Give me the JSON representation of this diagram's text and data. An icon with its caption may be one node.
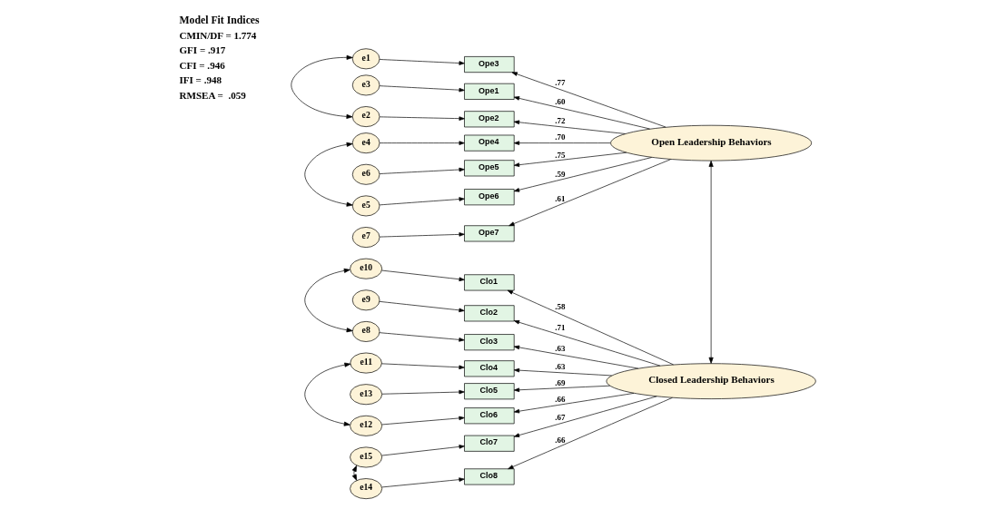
{
  "diagram": {
    "nodes": [
      {
        "text": [
          "e3"
        ]
      },
      {
        "text": [
          "Ope1"
        ]
      },
      {
        "text": [
          "e2"
        ]
      },
      {
        "text": [
          "Ope2"
        ]
      },
      {
        "text": [
          "e1"
        ]
      },
      {
        "text": [
          "Ope3"
        ]
      },
      {
        "text": [
          "e4"
        ]
      },
      {
        "text": [
          "Ope4"
        ]
      },
      {
        "text": [
          "Open Leadership Behaviors"
        ]
      },
      {
        "text": [
          "e6"
        ]
      },
      {
        "text": [
          "Ope5"
        ]
      },
      {
        "text": [
          "e5"
        ]
      },
      {
        "text": [
          "Ope6"
        ]
      },
      {
        "text": [
          "e7"
        ]
      },
      {
        "text": [
          "Ope7"
        ]
      },
      {
        "text": [
          "e10"
        ]
      },
      {
        "text": [
          "Clo1"
        ]
      },
      {
        "text": [
          "e9"
        ]
      },
      {
        "text": [
          "Clo2"
        ]
      },
      {
        "text": [
          "e8"
        ]
      },
      {
        "text": [
          "Clo3"
        ]
      },
      {
        "text": [
          "e11"
        ]
      },
      {
        "text": [
          "Clo4"
        ]
      },
      {
        "text": [
          "Closed Leadership Behaviors"
        ]
      },
      {
        "text": [
          "e13"
        ]
      },
      {
        "text": [
          "Clo5"
        ]
      },
      {
        "text": [
          "e12"
        ]
      },
      {
        "text": [
          "Clo6"
        ]
      },
      {
        "text": [
          "e15"
        ]
      },
      {
        "text": [
          "Clo7"
        ]
      },
      {
        "text": [
          "e14"
        ]
      },
      {
        "text": [
          "Clo8"
        ]
      }
    ],
    "edges": [
      {
        "from": 0,
        "to": 1,
        "arrow": "to"
      },
      {
        "from": 2,
        "to": 3,
        "arrow": "to"
      },
      {
        "from": 4,
        "to": 5,
        "arrow": "to"
      },
      {
        "from": 6,
        "to": 7,
        "arrow": "to"
      },
      {
        "from": 9,
        "to": 10,
        "arrow": "to"
      },
      {
        "from": 11,
        "to": 12,
        "arrow": "to"
      },
      {
        "from": 13,
        "to": 14,
        "arrow": "to"
      },
      {
        "from": 15,
        "to": 16,
        "arrow": "to"
      },
      {
        "from": 17,
        "to": 18,
        "arrow": "to"
      },
      {
        "from": 19,
        "to": 20,
        "arrow": "to"
      },
      {
        "from": 21,
        "to": 22,
        "arrow": "to"
      },
      {
        "from": 24,
        "to": 25,
        "arrow": "to"
      },
      {
        "from": 26,
        "to": 27,
        "arrow": "to"
      },
      {
        "from": 28,
        "to": 29,
        "arrow": "to"
      },
      {
        "from": 30,
        "to": 31,
        "arrow": "to"
      },
      {
        "from": 8,
        "to": 1,
        "arrow": "to",
        "label": ".60"
      },
      {
        "from": 8,
        "to": 3,
        "arrow": "to",
        "label": ".72"
      },
      {
        "from": 8,
        "to": 5,
        "arrow": "to",
        "label": ".77"
      },
      {
        "from": 8,
        "to": 7,
        "arrow": "to",
        "label": ".70"
      },
      {
        "from": 8,
        "to": 10,
        "arrow": "to",
        "label": ".75"
      },
      {
        "from": 8,
        "to": 12,
        "arrow": "to",
        "label": ".59"
      },
      {
        "from": 8,
        "to": 14,
        "arrow": "to",
        "label": ".61"
      },
      {
        "from": 23,
        "to": 16,
        "arrow": "to",
        "label": ".58"
      },
      {
        "from": 23,
        "to": 18,
        "arrow": "to",
        "label": ".71"
      },
      {
        "from": 23,
        "to": 20,
        "arrow": "to",
        "label": ".63"
      },
      {
        "from": 23,
        "to": 22,
        "arrow": "to",
        "label": ".63"
      },
      {
        "from": 23,
        "to": 25,
        "arrow": "to",
        "label": ".69"
      },
      {
        "from": 23,
        "to": 27,
        "arrow": "to",
        "label": ".66"
      },
      {
        "from": 23,
        "to": 29,
        "arrow": "to",
        "label": ".67"
      },
      {
        "from": 23,
        "to": 31,
        "arrow": "to",
        "label": ".66"
      },
      {
        "from": 2,
        "to": 4,
        "arrow": "both"
      },
      {
        "from": 6,
        "to": 11,
        "arrow": "both"
      },
      {
        "from": 15,
        "to": 19,
        "arrow": "both"
      },
      {
        "from": 21,
        "to": 26,
        "arrow": "both"
      },
      {
        "from": 28,
        "to": 30,
        "arrow": "both"
      },
      {
        "from": 8,
        "to": 23,
        "arrow": "both"
      }
    ],
    "labels": [
      "Model Fit Indices",
      "CMIN/DF = 1.774",
      "GFI = .917",
      "CFI = .946",
      "IFI = .948",
      "RMSEA =  .059"
    ]
  }
}
